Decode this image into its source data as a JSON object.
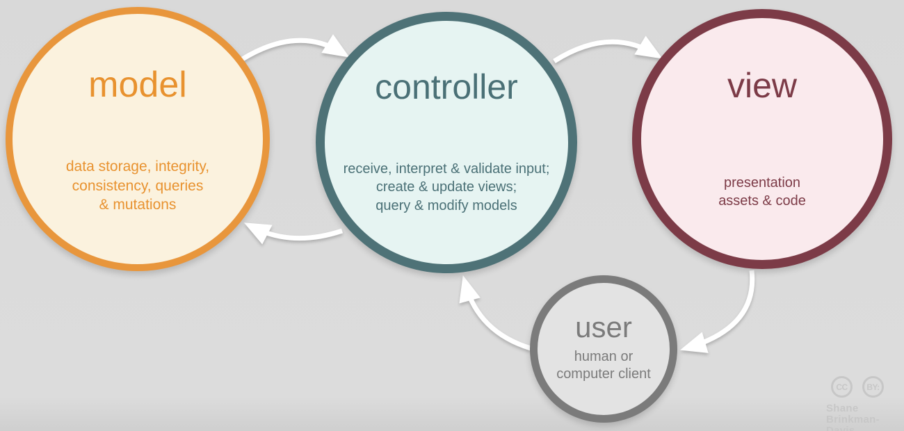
{
  "background_color": "#d9d9d9",
  "nodes": {
    "model": {
      "title": "model",
      "description": "data storage, integrity,\nconsistency, queries\n& mutations",
      "border_color": "#e8963c",
      "fill_color": "#fbf2de",
      "text_color": "#e8922f"
    },
    "controller": {
      "title": "controller",
      "description": "receive, interpret & validate input;\ncreate & update views;\nquery & modify models",
      "border_color": "#4e7277",
      "fill_color": "#e6f4f2",
      "text_color": "#4a7076"
    },
    "view": {
      "title": "view",
      "description": "presentation\nassets & code",
      "border_color": "#7c3b47",
      "fill_color": "#faeaed",
      "text_color": "#7c3b47"
    },
    "user": {
      "title": "user",
      "description": "human or\ncomputer client",
      "border_color": "#7b7b7b",
      "fill_color": "#e3e3e3",
      "text_color": "#7b7b7b"
    }
  },
  "arrows": {
    "color": "#ffffff",
    "connections": [
      "model-to-controller",
      "controller-to-view",
      "controller-to-model",
      "view-to-user",
      "user-to-controller"
    ]
  },
  "attribution": {
    "cc_label": "CC",
    "by_label": "BY:",
    "author": "Shane\nBrinkman-Davis"
  }
}
